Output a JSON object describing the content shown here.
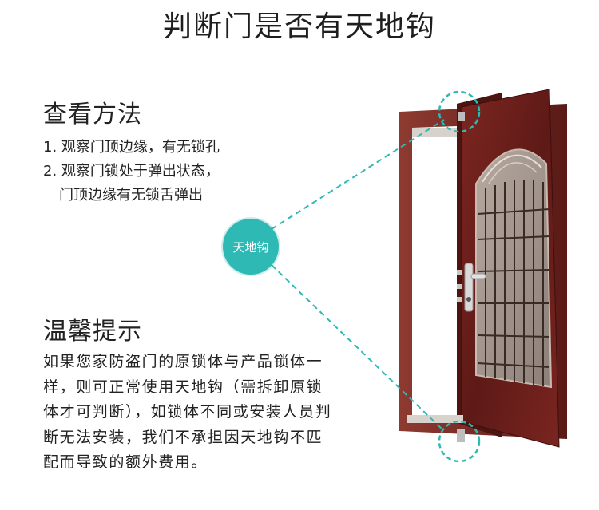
{
  "header": {
    "title": "判断门是否有天地钩"
  },
  "check": {
    "heading": "查看方法",
    "steps": [
      "1. 观察门顶边缘，有无锁孔",
      "2. 观察门锁处于弹出状态，",
      "门顶边缘有无锁舌弹出"
    ]
  },
  "badge": {
    "label": "天地钩"
  },
  "tips": {
    "heading": "温馨提示",
    "body": "如果您家防盗门的原锁体与产品锁体一样，则可正常使用天地钩（需拆卸原锁体才可判断），如锁体不同或安装人员判断无法安装，我们不承担因天地钩不匹配而导致的额外费用。"
  },
  "colors": {
    "accent": "#2fb9b4",
    "door": "#6b1f1c",
    "frame": "#7a2a24"
  }
}
